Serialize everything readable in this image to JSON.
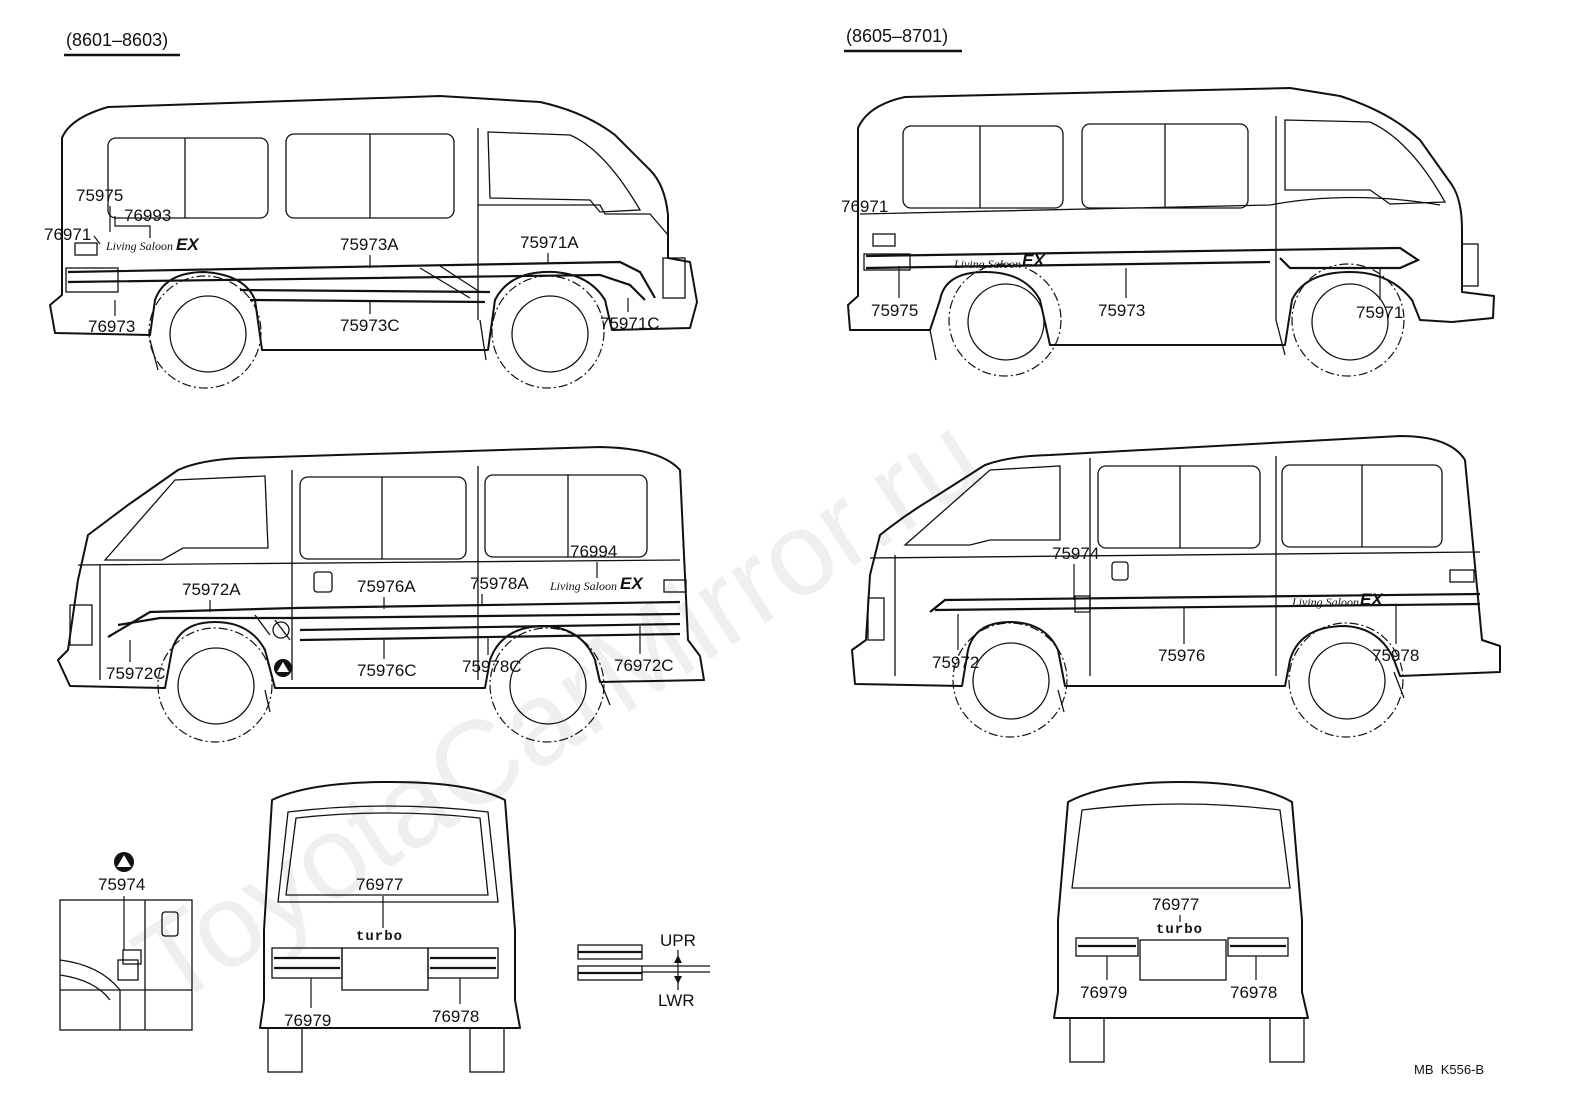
{
  "headers": {
    "left": "(8601–8603)",
    "right": "(8605–8701)"
  },
  "watermark": "ToyotaCarMirror.ru",
  "brand": {
    "script": "Living Saloon",
    "suffix": "EX",
    "rear_badge": "turbo"
  },
  "labels": {
    "a": {
      "p75975": "75975",
      "p76993": "76993",
      "p76971": "76971",
      "p75973A": "75973A",
      "p75971A": "75971A",
      "p76973": "76973",
      "p75973C": "75973C",
      "p75971C": "75971C"
    },
    "b": {
      "p76971": "76971",
      "p75975": "75975",
      "p75973": "75973",
      "p75971": "75971"
    },
    "c": {
      "p75972A": "75972A",
      "p75976A": "75976A",
      "p75978A": "75978A",
      "p76994": "76994",
      "p75972C": "75972C",
      "p75976C": "75976C",
      "p75978C": "75978C",
      "p76972C": "76972C"
    },
    "d": {
      "p75974": "75974",
      "p75972": "75972",
      "p75976": "75976",
      "p75978": "75978"
    },
    "detail": {
      "p75974": "75974"
    },
    "rear_left": {
      "p76977": "76977",
      "p76979": "76979",
      "p76978": "76978"
    },
    "rear_right": {
      "p76977": "76977",
      "p76979": "76979",
      "p76978": "76978"
    },
    "legend": {
      "upr": "UPR",
      "lwr": "LWR"
    }
  },
  "footer_code": "MB  K556-B"
}
